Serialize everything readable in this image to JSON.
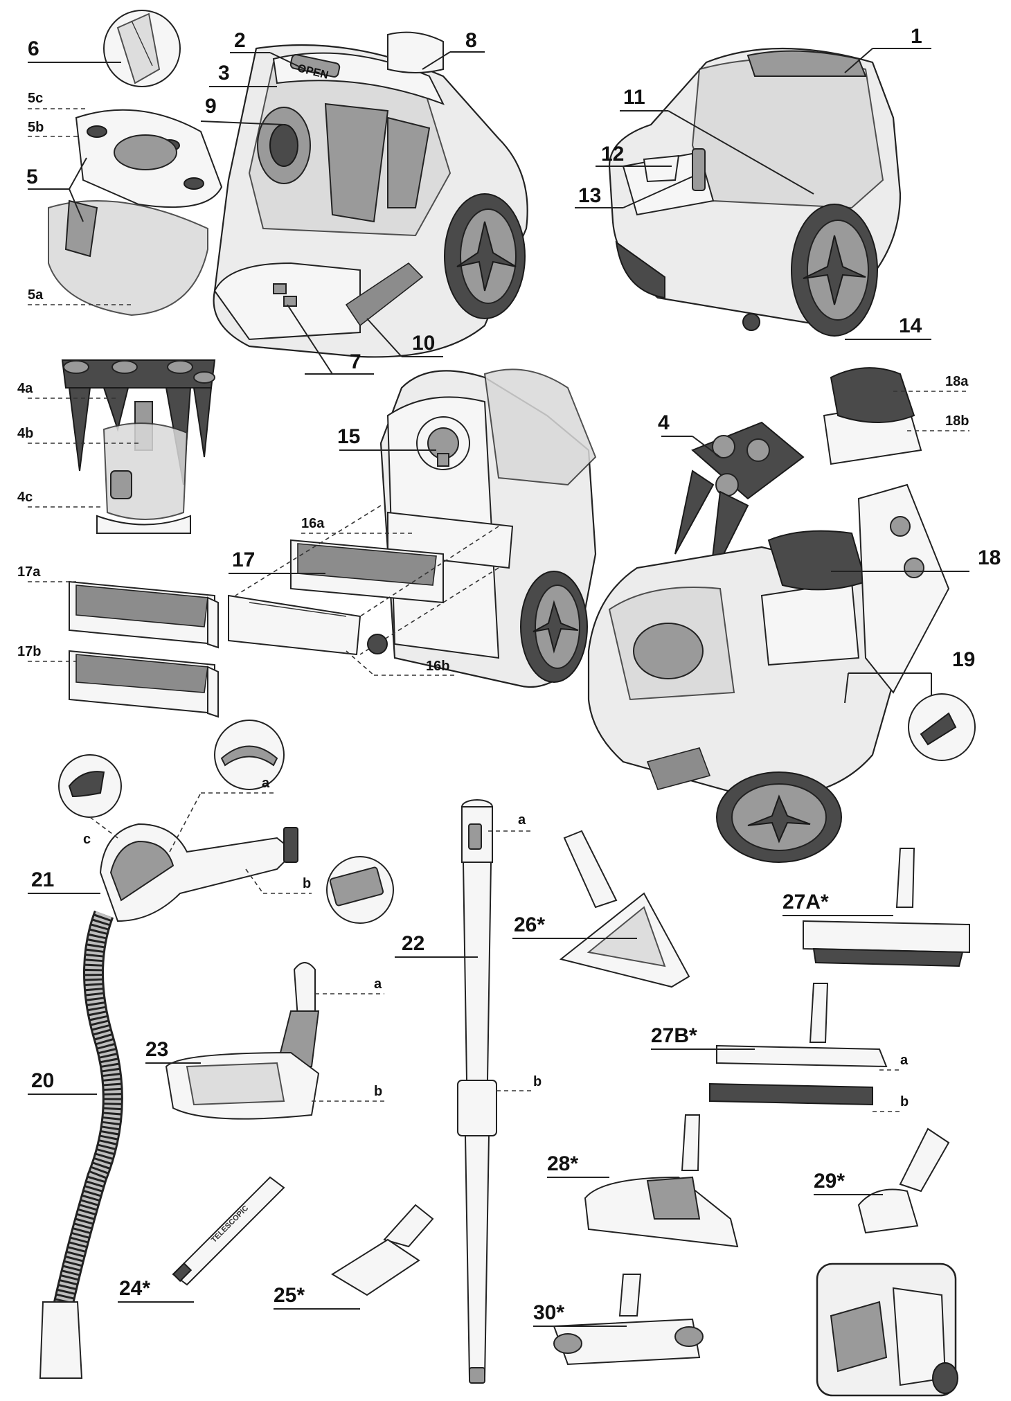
{
  "labels": {
    "l1": "1",
    "l2": "2",
    "l3": "3",
    "l4": "4",
    "l4a": "4a",
    "l4b": "4b",
    "l4c": "4c",
    "l5": "5",
    "l5a": "5a",
    "l5b": "5b",
    "l5c": "5c",
    "l6": "6",
    "l7": "7",
    "l8": "8",
    "l9": "9",
    "l10": "10",
    "l11": "11",
    "l12": "12",
    "l13": "13",
    "l14": "14",
    "l15": "15",
    "l16a": "16a",
    "l16b": "16b",
    "l17": "17",
    "l17a": "17a",
    "l17b": "17b",
    "l18": "18",
    "l18a": "18a",
    "l18b": "18b",
    "l19": "19",
    "l20": "20",
    "l21": "21",
    "l21a": "a",
    "l21b": "b",
    "l21c": "c",
    "l22": "22",
    "l22a": "a",
    "l22b": "b",
    "l23": "23",
    "l23a": "a",
    "l23b": "b",
    "l24": "24*",
    "l25": "25*",
    "l26": "26*",
    "l27A": "27A*",
    "l27B": "27B*",
    "l27Ba": "a",
    "l27Bb": "b",
    "l28": "28*",
    "l29": "29*",
    "l30": "30*"
  },
  "printed_text": {
    "lid_open": "OPEN",
    "tool_24": "TELESCOPIC"
  }
}
